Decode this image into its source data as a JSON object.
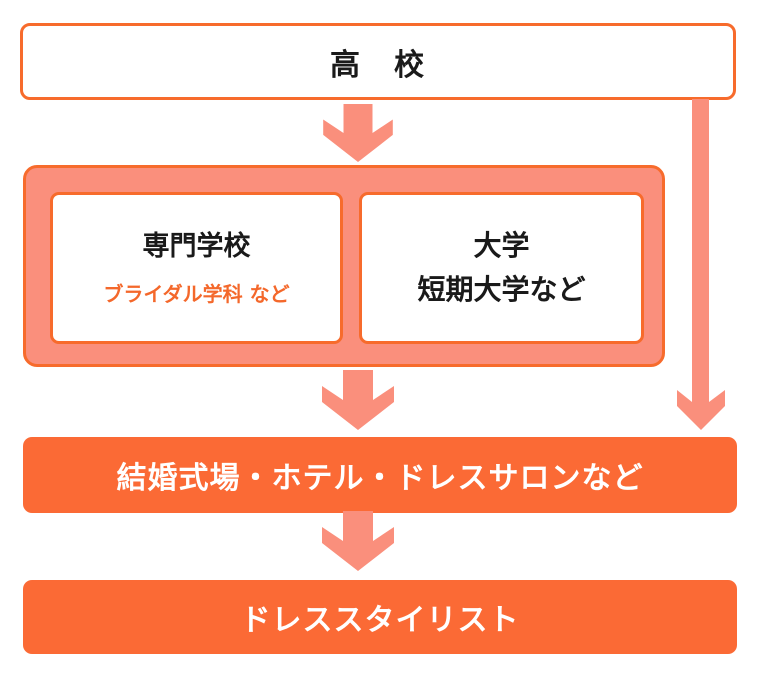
{
  "diagram": {
    "type": "flowchart",
    "direction": "top-down",
    "nodes": {
      "high_school": {
        "label": "高　校"
      },
      "education_options": {
        "vocational": {
          "label": "専門学校",
          "sublabel": "ブライダル学科 など"
        },
        "university": {
          "label_line1": "大学",
          "label_line2": "短期大学など"
        }
      },
      "workplace": {
        "label": "結婚式場・ホテル・ドレスサロンなど"
      },
      "career": {
        "label": "ドレススタイリスト"
      }
    },
    "edges": [
      {
        "from": "high_school",
        "to": "education_options",
        "style": "down-arrow"
      },
      {
        "from": "high_school",
        "to": "workplace",
        "style": "down-arrow-bypass-right"
      },
      {
        "from": "education_options",
        "to": "workplace",
        "style": "down-arrow"
      },
      {
        "from": "workplace",
        "to": "career",
        "style": "down-arrow"
      }
    ],
    "icons": {
      "flow_arrow": "down-arrow"
    },
    "colors": {
      "border_orange": "#f76b2c",
      "fill_orange": "#fb6a35",
      "salmon": "#fa8f7c",
      "sub_text_orange": "#f4682b",
      "text_black": "#1a1a1a",
      "text_white": "#ffffff",
      "background": "#ffffff"
    }
  }
}
